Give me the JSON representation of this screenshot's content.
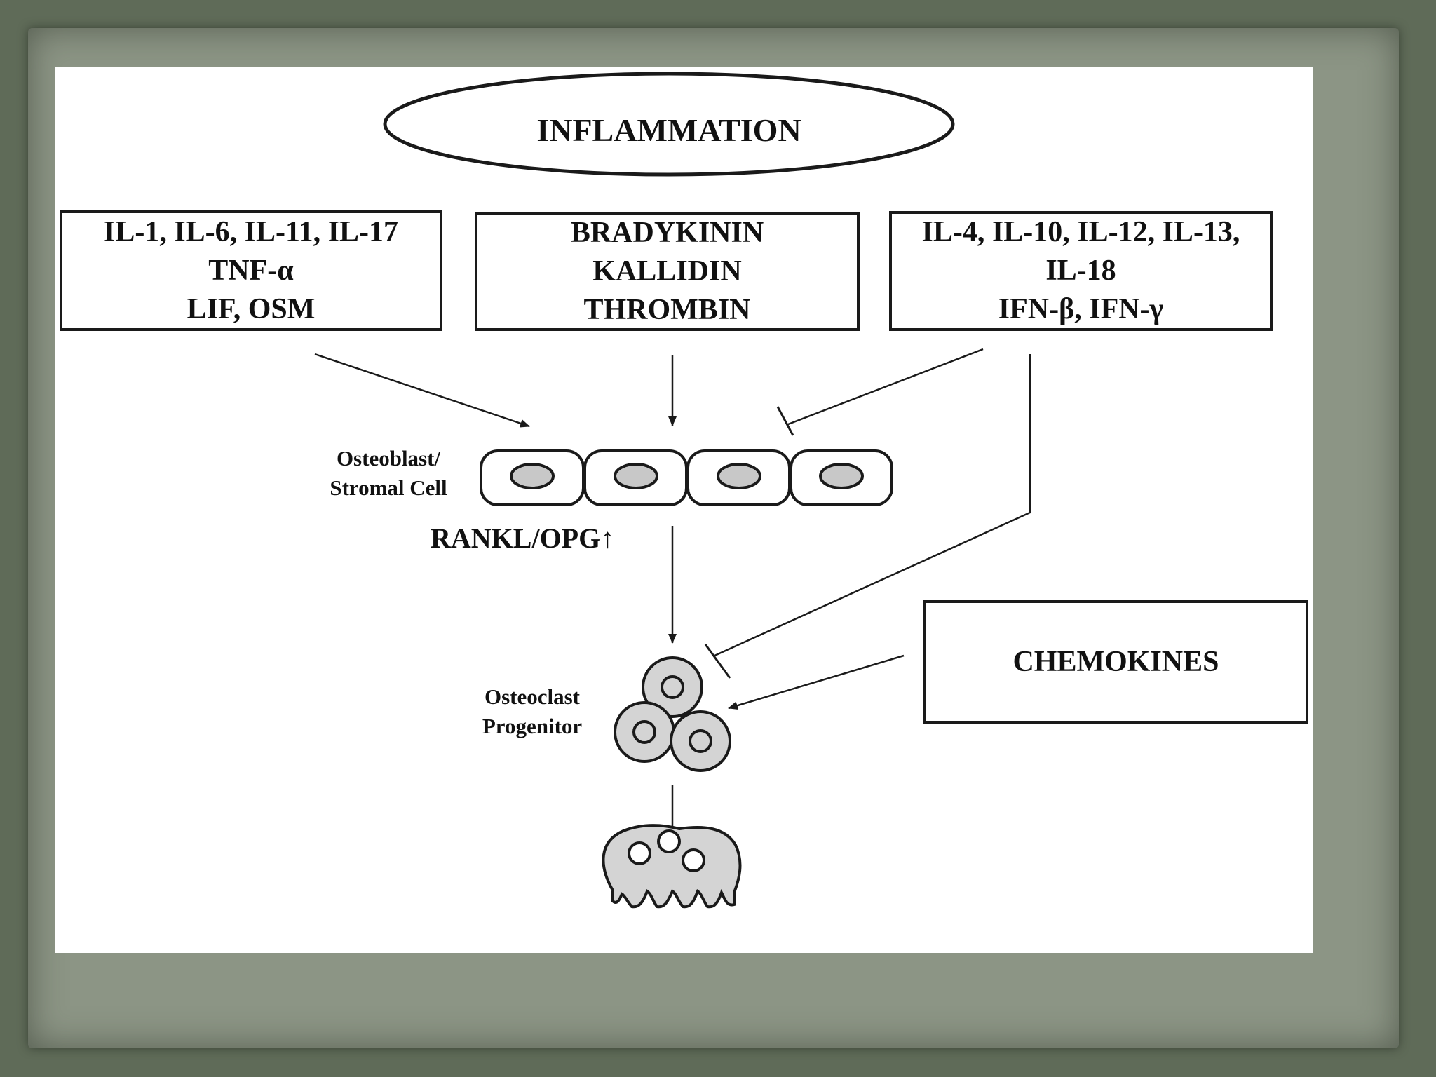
{
  "title": "INFLAMMATION",
  "boxes": {
    "pro": {
      "lines": [
        "IL-1, IL-6, IL-11, IL-17",
        "TNF-α",
        "LIF, OSM"
      ]
    },
    "kinins": {
      "lines": [
        "BRADYKININ",
        "KALLIDIN",
        "THROMBIN"
      ]
    },
    "anti": {
      "lines": [
        "IL-4, IL-10, IL-12, IL-13,",
        "IL-18",
        "IFN-β, IFN-γ"
      ]
    },
    "chemokines": {
      "label": "CHEMOKINES"
    }
  },
  "cells": {
    "osteoblast": {
      "line1": "Osteoblast/",
      "line2": "Stromal Cell"
    },
    "ratio": "RANKL/OPG",
    "ratio_arrow": "↑",
    "progenitor": {
      "line1": "Osteoclast",
      "line2": "Progenitor"
    }
  },
  "colors": {
    "ink": "#1a1a1a",
    "cell_fill": "#ffffff",
    "nucleus_fill": "#c8c8c8",
    "osteoclast_fill": "#d4d4d4",
    "backdrop": "#5f6b58",
    "paper": "#8c9585"
  }
}
